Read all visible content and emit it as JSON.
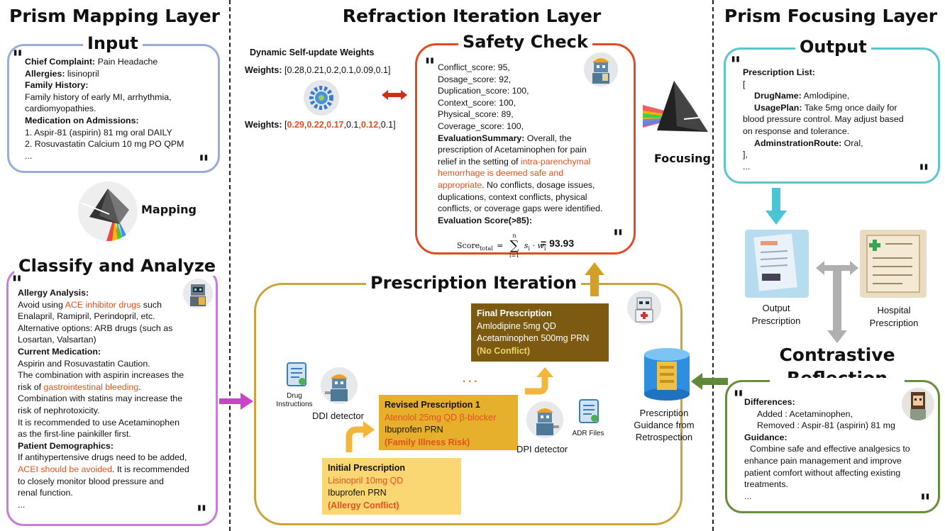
{
  "headers": {
    "mapping_layer": "Prism Mapping Layer",
    "refraction_layer": "Refraction Iteration Layer",
    "focusing_layer": "Prism Focusing Layer"
  },
  "input": {
    "title": "Input",
    "chief_complaint_label": "Chief Complaint:",
    "chief_complaint_value": "Pain Headache",
    "allergies_label": "Allergies:",
    "allergies_value": "lisinopril",
    "family_history_label": "Family History:",
    "family_history_text": "Family history of early MI, arrhythmia, cardiomyopathies.",
    "medication_label": "Medication on Admissions:",
    "med1": "1. Aspir-81 (aspirin) 81 mg oral DAILY",
    "med2": "2. Rosuvastatin Calcium 10 mg PO QPM",
    "ellipsis": "..."
  },
  "mapping_label": "Mapping",
  "classify": {
    "title": "Classify and Analyze",
    "allergy_label": "Allergy Analysis:",
    "allergy_pre": "Avoid using ",
    "allergy_red": "ACE inhibitor drugs",
    "allergy_post": " such",
    "allergy_l2": "Enalapril, Ramipril, Perindopril, etc.",
    "allergy_l3": "Alternative options: ARB drugs (such as",
    "allergy_l4": "Losartan, Valsartan)",
    "current_label": "Current Medication:",
    "current_l1": "Aspirin and Rosuvastatin Caution.",
    "current_l2": "The combination with aspirin increases the",
    "current_l3_pre": "risk of ",
    "current_l3_red": "gastrointestinal bleeding",
    "current_l3_post": ".",
    "current_l4": "Combination with statins may increase the",
    "current_l5": "risk of nephrotoxicity.",
    "current_l6": "It is recommended to use Acetaminophen",
    "current_l7": "as the first-line painkiller first.",
    "demo_label": "Patient Demographics:",
    "demo_l1": "If antihypertensive drugs need to be added,",
    "demo_l2_red": "ACEI should be avoided",
    "demo_l2_post": ". It is recommended",
    "demo_l3": "to closely monitor blood pressure and",
    "demo_l4": "renal function.",
    "ellipsis": "..."
  },
  "weights": {
    "title": "Dynamic Self-update Weights",
    "label": "Weights:",
    "initial": "[0.28,0.21,0.2,0.1,0.09,0.1]",
    "updated_open": "[",
    "updated_values": [
      "0.29",
      "0.22",
      "0.17",
      "0.1",
      "0.12",
      "0.1"
    ],
    "updated_red": [
      true,
      true,
      true,
      false,
      true,
      false
    ],
    "updated_close": "]"
  },
  "safety": {
    "title": "Safety Check",
    "scores": [
      "Conflict_score: 95,",
      "Dosage_score: 92,",
      "Duplication_score: 100,",
      "Context_score: 100,",
      "Physical_score: 89,",
      "Coverage_score: 100,"
    ],
    "summary_label": "EvaluationSummary:",
    "summary_l1": " Overall, the",
    "summary_l2": "prescription of Acetaminophen for pain",
    "summary_l3_pre": "relief in the setting of ",
    "summary_l3_red": "intra-parenchymal",
    "summary_l4_red": "hemorrhage is deemed safe and",
    "summary_l5_red": "appropriate",
    "summary_l5_post": ". No conflicts, dosage issues,",
    "summary_l6": "duplications, context conflicts, physical",
    "summary_l7": "conflicts, or coverage gaps were identified.",
    "score_label": "Evaluation Score(>85):",
    "formula_lhs": "Score",
    "formula_sub": "total",
    "formula_sum_top": "n",
    "formula_sum_bottom": "i=1",
    "formula_term": "s",
    "formula_term_sub": "i",
    "formula_w": "w",
    "formula_w_sub": "i",
    "score_value": "= 93.93"
  },
  "focusing_label": "Focusing",
  "iteration": {
    "title": "Prescription Iteration",
    "final": {
      "title": "Final Prescription",
      "l1": "Amlodipine 5mg QD",
      "l2": "Acetaminophen 500mg PRN",
      "l3": "(No Conflict)"
    },
    "revised": {
      "title": "Revised Prescription 1",
      "l1": "Atenolol 25mg QD β-blocker",
      "l2": "Ibuprofen PRN",
      "l3": "(Family Illness Risk)"
    },
    "initial": {
      "title": "Initial Prescription",
      "l1": "Lisinopril 10mg QD",
      "l2": "Ibuprofen PRN",
      "l3": "(Allergy Conflict)"
    },
    "dots": "...",
    "drug_instructions": "Drug Instructions",
    "ddi_detector": "DDI detector",
    "dpi_detector": "DPI detector",
    "adr_files": "ADR Files"
  },
  "guidance_db_label": "Prescription Guidance from Retrospection",
  "output": {
    "title": "Output",
    "list_label": "Prescription List:",
    "bracket_open": "[",
    "drugname_label": "DrugName:",
    "drugname_value": " Amlodipine,",
    "usage_label": "UsagePlan:",
    "usage_l1": " Take 5mg once daily for",
    "usage_l2": "blood pressure control. May adjust based",
    "usage_l3": "on response and tolerance.",
    "route_label": "AdminstrationRoute:",
    "route_value": " Oral,",
    "bracket_close": "],",
    "ellipsis": "..."
  },
  "output_prescription_label": "Output Prescription",
  "hospital_prescription_label": "Hospital Prescription",
  "contrastive": {
    "title_l1": "Contrastive",
    "title_l2": "Reflection",
    "diff_label": "Differences:",
    "added": "Added : Acetaminophen,",
    "removed": "Removed : Aspir-81 (aspirin) 81 mg",
    "guidance_label": "Guidance:",
    "g1": "Combine safe and effective analgesics to",
    "g2": "enhance pain management and improve",
    "g3": "patient comfort without affecting existing",
    "g4": "treatments.",
    "ellipsis": "..."
  },
  "colors": {
    "input_border": "#98aed6",
    "classify_border": "#c67ed8",
    "safety_border": "#e24a24",
    "iteration_border": "#c8a43a",
    "output_border": "#5cc6cf",
    "contrastive_border": "#6a8c40",
    "red_text": "#e3501e",
    "final_bg": "#7d5a12",
    "revised_bg": "#e6b02c",
    "initial_bg": "#fad773"
  }
}
